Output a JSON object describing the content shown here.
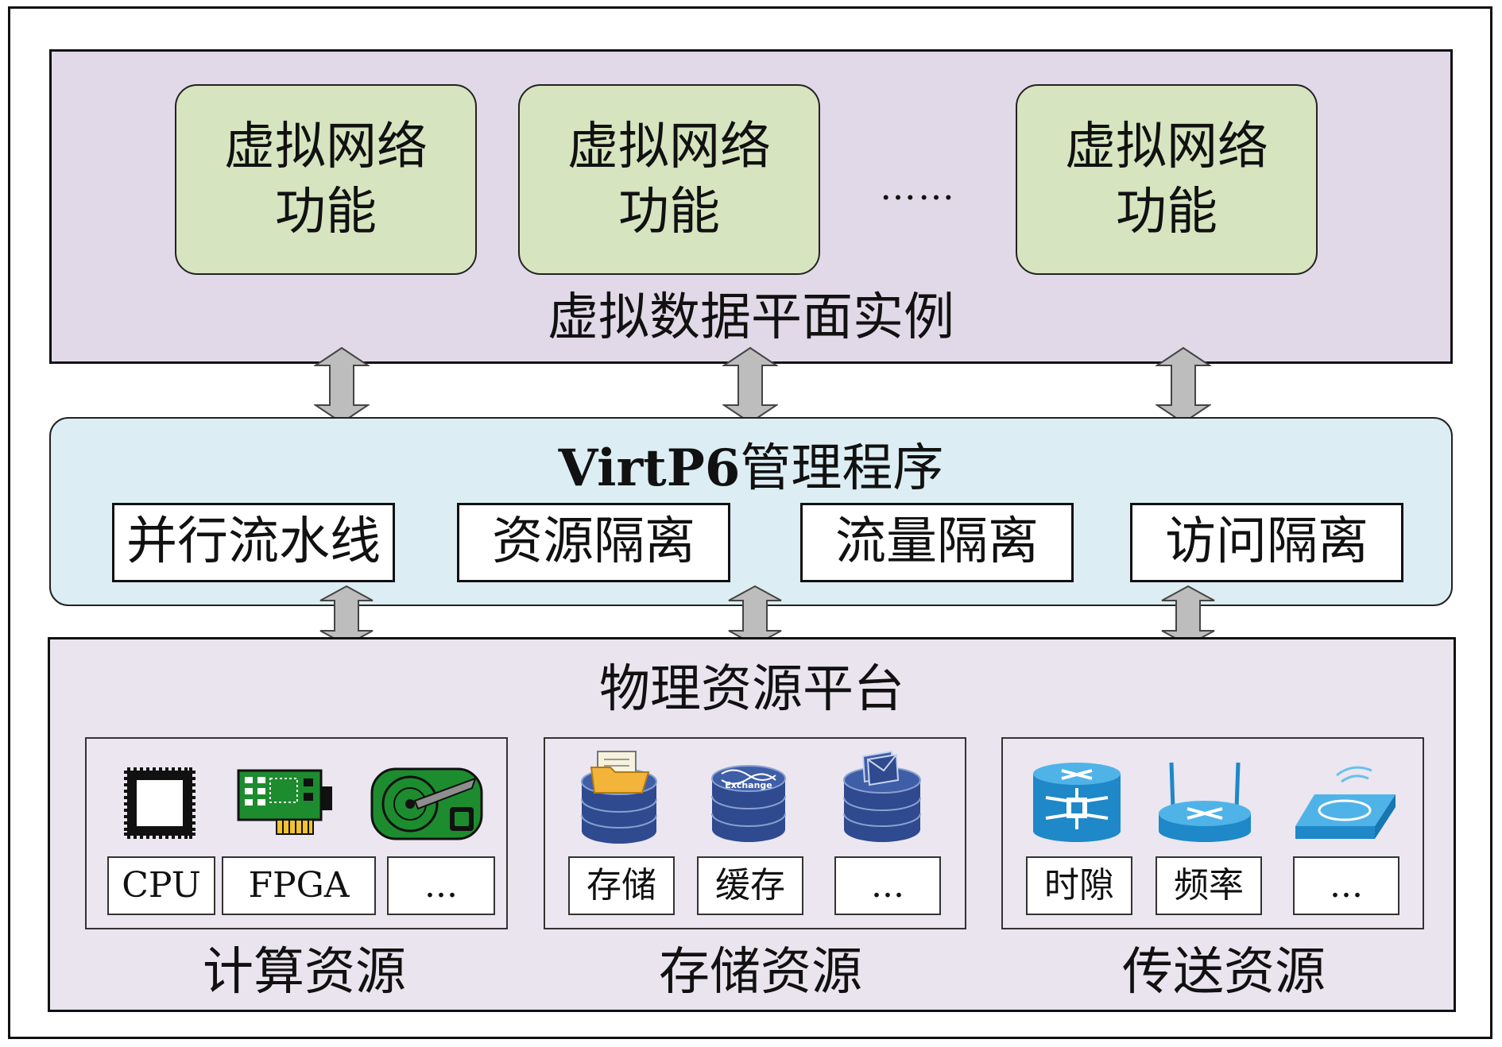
{
  "vnf_layer": {
    "functions": [
      {
        "line1": "虚拟网络",
        "line2": "功能"
      },
      {
        "line1": "虚拟网络",
        "line2": "功能"
      },
      {
        "line1": "虚拟网络",
        "line2": "功能"
      }
    ],
    "ellipsis": "……",
    "caption": "虚拟数据平面实例"
  },
  "hypervisor": {
    "title_brand": "VirtP6",
    "title_rest": "管理程序",
    "modules": [
      "并行流水线",
      "资源隔离",
      "流量隔离",
      "访问隔离"
    ]
  },
  "physical": {
    "title": "物理资源平台",
    "groups": [
      {
        "caption": "计算资源",
        "labels": [
          "CPU",
          "FPGA",
          "..."
        ],
        "icons": [
          "cpu-chip-icon",
          "fpga-board-icon",
          "hard-disk-icon"
        ]
      },
      {
        "caption": "存储资源",
        "labels": [
          "存储",
          "缓存",
          "..."
        ],
        "icons": [
          "storage-database-icon",
          "exchange-database-icon",
          "mail-database-icon"
        ],
        "icon_text": "Exchange"
      },
      {
        "caption": "传送资源",
        "labels": [
          "时隙",
          "频率",
          "..."
        ],
        "icons": [
          "switch-icon",
          "wireless-router-icon",
          "wireless-access-point-icon"
        ]
      }
    ]
  },
  "colors": {
    "vnf_layer_bg": "#e1d9e7",
    "vnf_box_bg": "#d6e4bf",
    "hypervisor_bg": "#dcedf3",
    "physical_bg": "#e9e4ee",
    "arrow_fill": "#bdbdbd",
    "database_blue": "#2f4a8f",
    "network_blue": "#1e88c8"
  }
}
